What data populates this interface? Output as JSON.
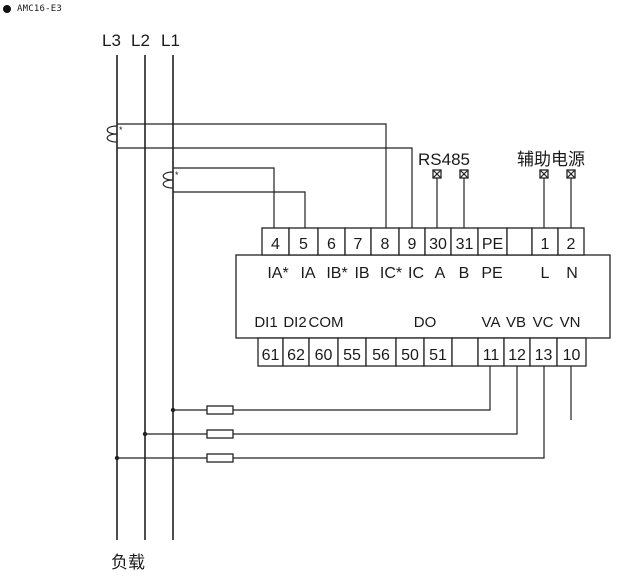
{
  "header": {
    "model": "AMC16-E3"
  },
  "phases": [
    "L3",
    "L2",
    "L1"
  ],
  "load_label": "负载",
  "rs485_label": "RS485",
  "aux_power_label": "辅助电源",
  "top_terminals": [
    "4",
    "5",
    "6",
    "7",
    "8",
    "9",
    "30",
    "31",
    "PE",
    "",
    "1",
    "2"
  ],
  "top_signals": [
    "IA*",
    "IA",
    "IB*",
    "IB",
    "IC*",
    "IC",
    "A",
    "B",
    "PE",
    "",
    "L",
    "N"
  ],
  "bottom_group_labels": [
    "DI1",
    "DI2",
    "COM",
    "DO",
    "VA",
    "VB",
    "VC",
    "VN"
  ],
  "bottom_terminals": [
    "61",
    "62",
    "60",
    "55",
    "56",
    "50",
    "51",
    "",
    "11",
    "12",
    "13",
    "10"
  ]
}
